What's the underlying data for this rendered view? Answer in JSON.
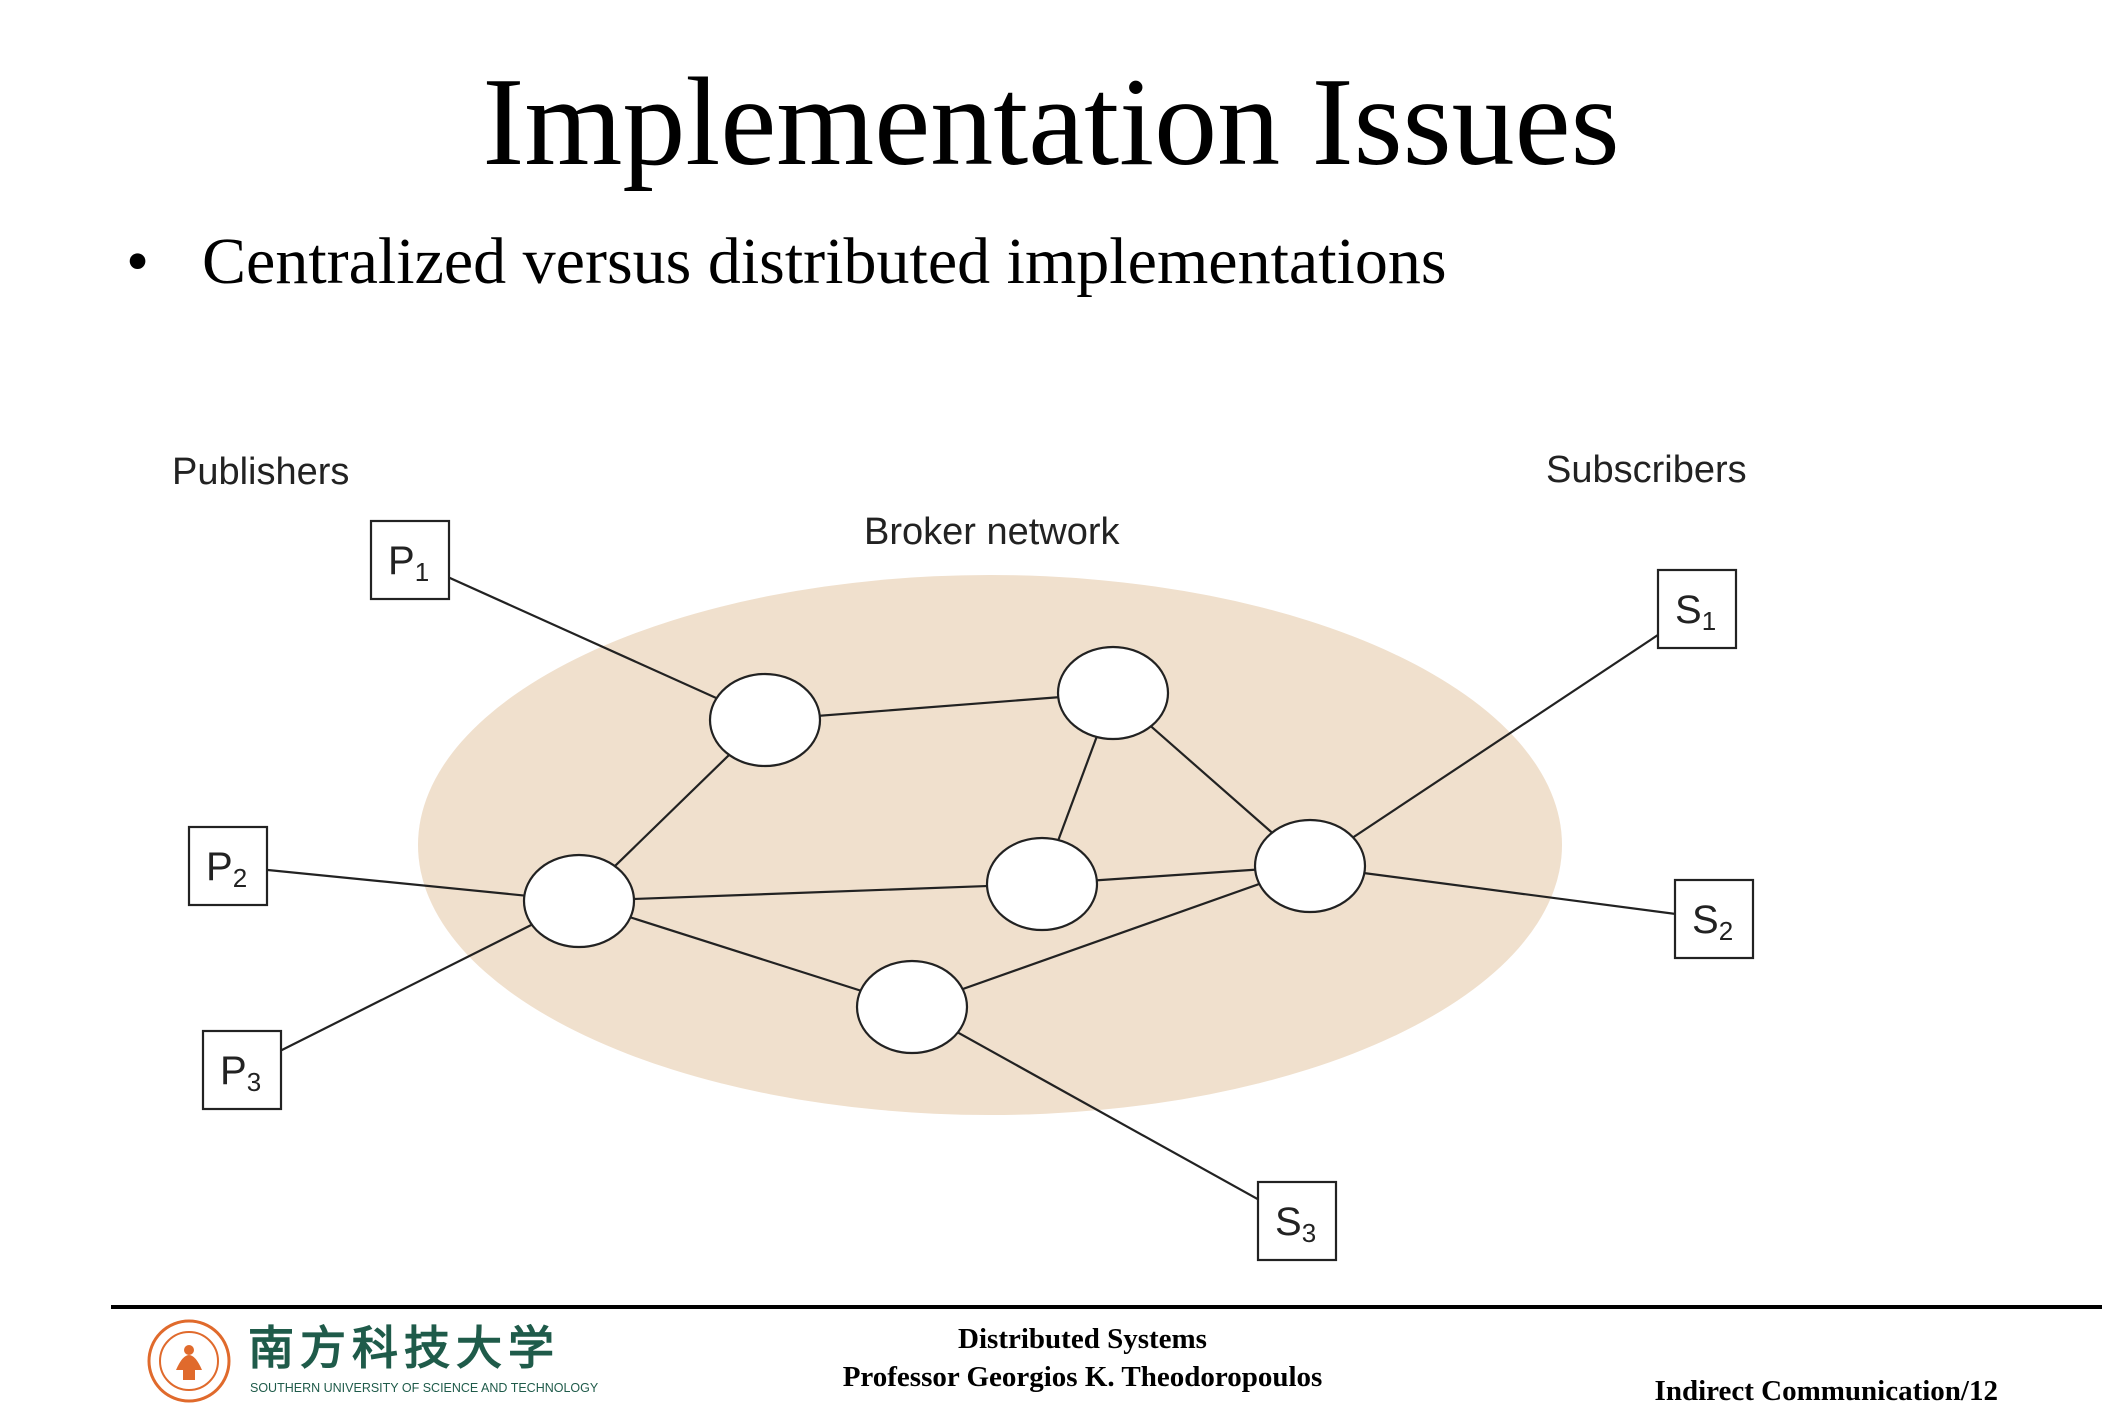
{
  "slide": {
    "title": "Implementation Issues",
    "bullets": [
      "Centralized versus distributed implementations"
    ]
  },
  "diagram": {
    "labels": {
      "publishers": "Publishers",
      "subscribers": "Subscribers",
      "broker_network": "Broker network"
    },
    "publishers": [
      {
        "id": "P1",
        "base": "P",
        "sub": "1"
      },
      {
        "id": "P2",
        "base": "P",
        "sub": "2"
      },
      {
        "id": "P3",
        "base": "P",
        "sub": "3"
      }
    ],
    "subscribers": [
      {
        "id": "S1",
        "base": "S",
        "sub": "1"
      },
      {
        "id": "S2",
        "base": "S",
        "sub": "2"
      },
      {
        "id": "S3",
        "base": "S",
        "sub": "3"
      }
    ],
    "brokers": [
      "B1",
      "B2",
      "B3",
      "B4",
      "B5",
      "B6"
    ],
    "edges": [
      [
        "P1",
        "B1"
      ],
      [
        "P2",
        "B3"
      ],
      [
        "P3",
        "B3"
      ],
      [
        "B1",
        "B2"
      ],
      [
        "B1",
        "B3"
      ],
      [
        "B2",
        "B4"
      ],
      [
        "B2",
        "B5"
      ],
      [
        "B3",
        "B4"
      ],
      [
        "B3",
        "B6"
      ],
      [
        "B4",
        "B5"
      ],
      [
        "B6",
        "B5"
      ],
      [
        "B5",
        "S1"
      ],
      [
        "B5",
        "S2"
      ],
      [
        "B6",
        "S3"
      ]
    ],
    "colors": {
      "broker_region": "#f0e0cd",
      "line": "#222222"
    }
  },
  "footer": {
    "course": "Distributed Systems",
    "professor": "Professor  Georgios K. Theodoropoulos",
    "page": "Indirect Communication/12",
    "logo_cn": "南方科技大学",
    "logo_en": "SOUTHERN UNIVERSITY OF SCIENCE AND TECHNOLOGY",
    "logo_color": "#e06a2c"
  }
}
